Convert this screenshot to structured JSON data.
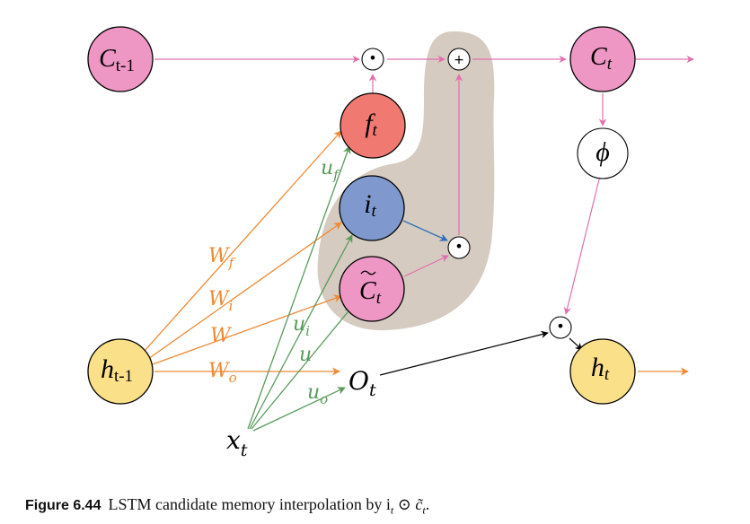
{
  "colors": {
    "pink": "#ee96c4",
    "red": "#f07a72",
    "blue": "#7f98ce",
    "yellow": "#fbe08a",
    "orange": "#ee8a33",
    "green": "#5a9a5c",
    "pinkline": "#e070ad",
    "blueline": "#2e6fb8",
    "blob": "#d5cbc0"
  },
  "nodes": {
    "c_prev": "C",
    "c_prev_sub": "t-1",
    "c_t": "C",
    "c_t_sub": "t",
    "f_t": "f",
    "f_t_sub": "t",
    "i_t": "i",
    "i_t_sub": "t",
    "c_tilde": "C",
    "c_tilde_sub": "t",
    "h_prev": "h",
    "h_prev_sub": "t-1",
    "h_t": "h",
    "h_t_sub": "t",
    "phi": "ϕ",
    "o_t": "O",
    "o_t_sub": "t",
    "x_t": "x",
    "x_t_sub": "t"
  },
  "operators": {
    "dot": "•",
    "plus": "+"
  },
  "weights": {
    "w_f": "W",
    "w_f_sub": "f",
    "w_i": "W",
    "w_i_sub": "i",
    "w": "W",
    "w_o": "W",
    "w_o_sub": "o",
    "u_f": "u",
    "u_f_sub": "f",
    "u_i": "u",
    "u_i_sub": "i",
    "u": "u",
    "u_o": "u",
    "u_o_sub": "o"
  },
  "caption": {
    "label": "Figure 6.44",
    "text": "LSTM candidate memory interpolation by i",
    "text_sub": "t",
    "odot": "⊙",
    "tilde_c": "c̃",
    "tilde_c_sub": "t",
    "period": "."
  }
}
